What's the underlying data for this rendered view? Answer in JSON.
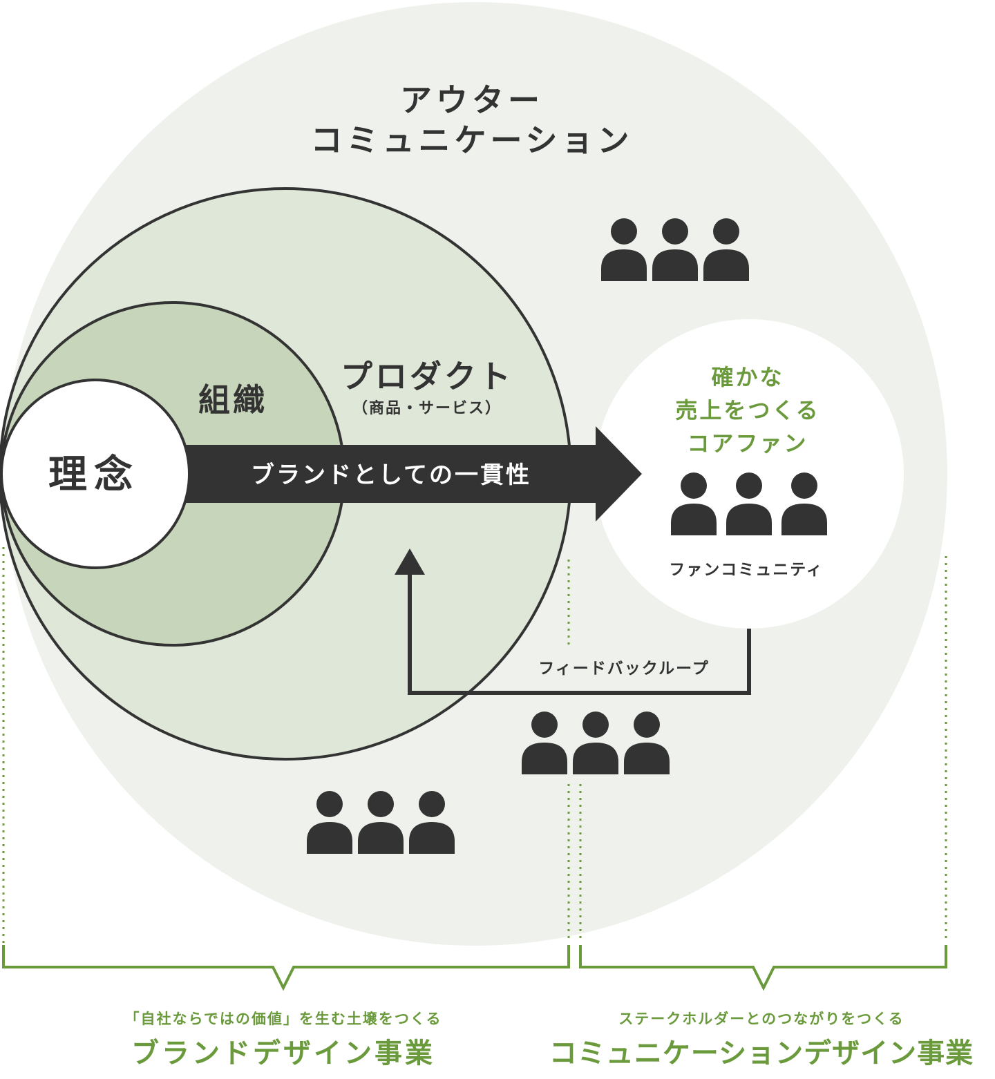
{
  "outer": {
    "line1": "アウター",
    "line2": "コミュニケーション"
  },
  "product": {
    "label": "プロダクト",
    "sub": "（商品・サービス）"
  },
  "organization": {
    "label": "組織"
  },
  "philosophy": {
    "label": "理念"
  },
  "arrow": {
    "label": "ブランドとしての一貫性"
  },
  "core_fan": {
    "line1": "確かな",
    "line2": "売上をつくる",
    "line3": "コアファン",
    "community": "ファンコミュニティ"
  },
  "feedback": {
    "label": "フィードバックループ"
  },
  "brand_design": {
    "caption": "「自社ならではの価値」を生む土壌をつくる",
    "title": "ブランドデザイン事業"
  },
  "communication_design": {
    "caption": "ステークホルダーとのつながりをつくる",
    "title": "コミュニケーションデザイン事業"
  },
  "icons": {
    "person": "person-icon"
  },
  "colors": {
    "outer_fill": "#eff2ec",
    "product_fill": "#dfe7d8",
    "organization_fill": "#c7d6bb",
    "dark": "#333333",
    "accent_green": "#6a9a3b"
  }
}
